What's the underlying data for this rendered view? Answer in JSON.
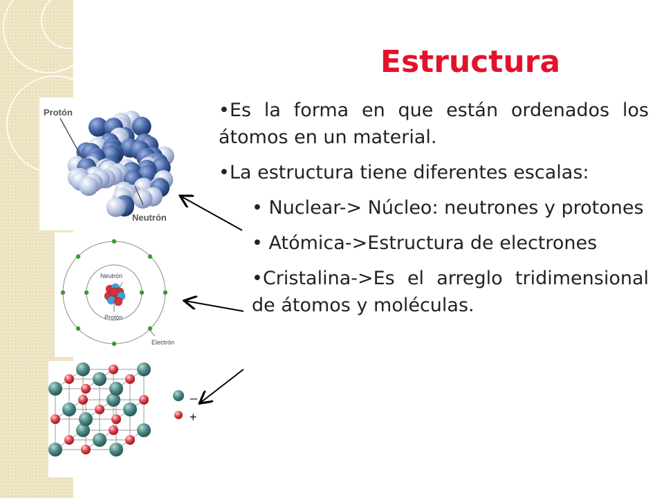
{
  "slide": {
    "title": "Estructura",
    "bullet_char": "•",
    "paragraphs": [
      {
        "level": 1,
        "text": "Es la forma en que están ordenados los átomos en un material."
      },
      {
        "level": 1,
        "text": "La estructura tiene diferentes escalas:"
      },
      {
        "level": 2,
        "text": "Nuclear-> Núcleo: neutrones y protones"
      },
      {
        "level": 2,
        "text": "Atómica->Estructura de electrones"
      },
      {
        "level": 2,
        "text": "Cristalina->Es el arreglo tridimensional de átomos y moléculas."
      }
    ]
  },
  "figures": {
    "nucleus": {
      "label_proton": "Protón",
      "label_neutron": "Neutrón"
    },
    "atom": {
      "label_neutron": "Neutrón",
      "label_proton": "Protón",
      "label_electron": "Electrón"
    },
    "crystal": {
      "legend_minus": "_",
      "legend_plus": "+"
    }
  },
  "colors": {
    "title": "#e3122b",
    "proton": "#3f5f9c",
    "neutron": "#aab8d8",
    "crystal_green": "#4b8a86",
    "crystal_red": "#e0404a"
  }
}
